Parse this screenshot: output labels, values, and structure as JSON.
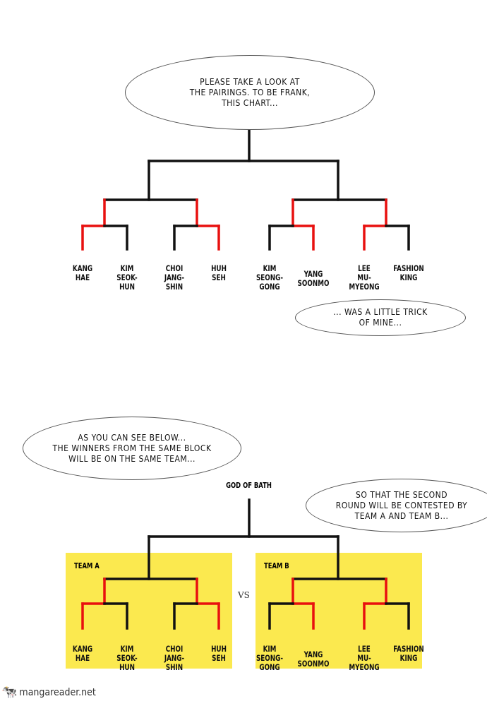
{
  "bubbles": {
    "intro": [
      "PLEASE TAKE A LOOK AT",
      "THE PAIRINGS. TO BE FRANK,",
      "THIS CHART..."
    ],
    "trick": [
      "... WAS A LITTLE TRICK",
      "OF MINE..."
    ],
    "same_team": [
      "AS YOU CAN SEE BELOW...",
      "THE WINNERS FROM THE SAME BLOCK",
      "WILL BE ON THE SAME TEAM..."
    ],
    "second_round": [
      "SO THAT THE SECOND",
      "ROUND WILL BE CONTESTED BY",
      "TEAM A AND TEAM B..."
    ]
  },
  "players": [
    "KANG HAE",
    "KIM SEOK-HUN",
    "CHOI JANG-SHIN",
    "HUH SEH",
    "KIM SEONG-GONG",
    "YANG SOONMO",
    "LEE MU-MYEONG",
    "FASHION KING"
  ],
  "player_lines": [
    [
      "KANG",
      "HAE"
    ],
    [
      "KIM",
      "SEOK-",
      "HUN"
    ],
    [
      "CHOI",
      "JANG-",
      "SHIN"
    ],
    [
      "HUH",
      "SEH"
    ],
    [
      "KIM",
      "SEONG-",
      "GONG"
    ],
    [
      "YANG",
      "SOONMO"
    ],
    [
      "LEE",
      "MU-",
      "MYEONG"
    ],
    [
      "FASHION",
      "KING"
    ]
  ],
  "champion_label": "GOD OF BATH",
  "team_a": "TEAM A",
  "team_b": "TEAM B",
  "vs": "VS",
  "watermark": "mangareader.net",
  "colors": {
    "winner_path": "#e8100f",
    "bracket": "#111111",
    "team_bg": "#fbe94f"
  }
}
